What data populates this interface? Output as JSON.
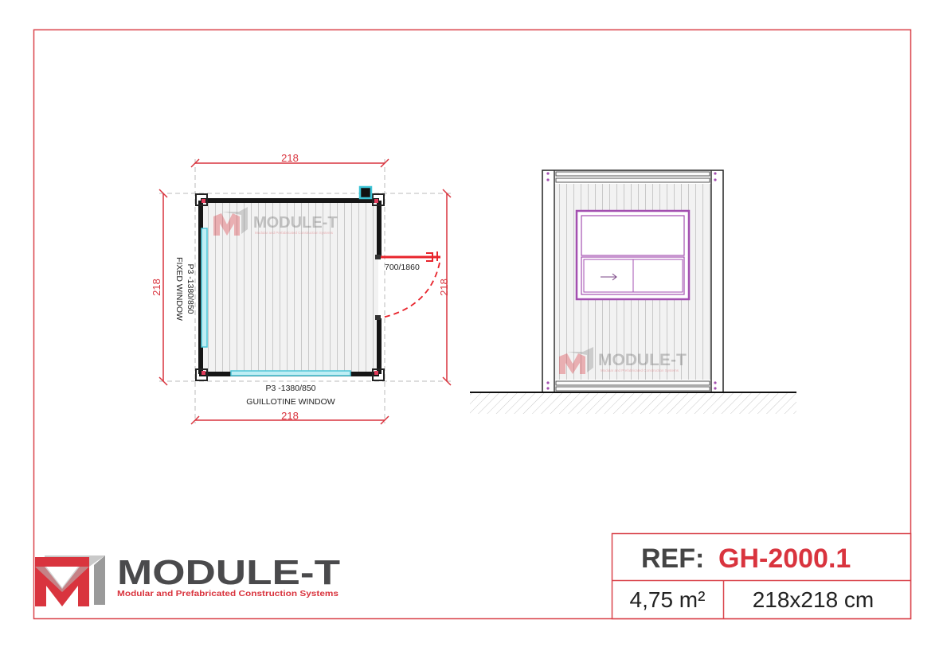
{
  "plan": {
    "dim_top": "218",
    "dim_bottom": "218",
    "dim_left": "218",
    "dim_right": "218",
    "left_window_code": "P3 -1380/850",
    "left_window_type": "FIXED WINDOW",
    "bottom_window_code": "P3 -1380/850",
    "bottom_window_type": "GUILLOTINE WINDOW",
    "door_code": "700/1860"
  },
  "watermark": {
    "brand": "MODULE-T",
    "tagline": "Modular and Prefabricated Construction Systems"
  },
  "logo": {
    "brand": "MODULE-T",
    "tagline": "Modular and Prefabricated Construction Systems"
  },
  "title_block": {
    "ref_label": "REF:",
    "ref_value": "GH-2000.1",
    "area": "4,75 m²",
    "size": "218x218 cm"
  },
  "colors": {
    "accent": "#d9343e",
    "window": "#7fd3e0",
    "elevation_window": "#a34fb0",
    "brand_grey": "#4a4a4c"
  }
}
